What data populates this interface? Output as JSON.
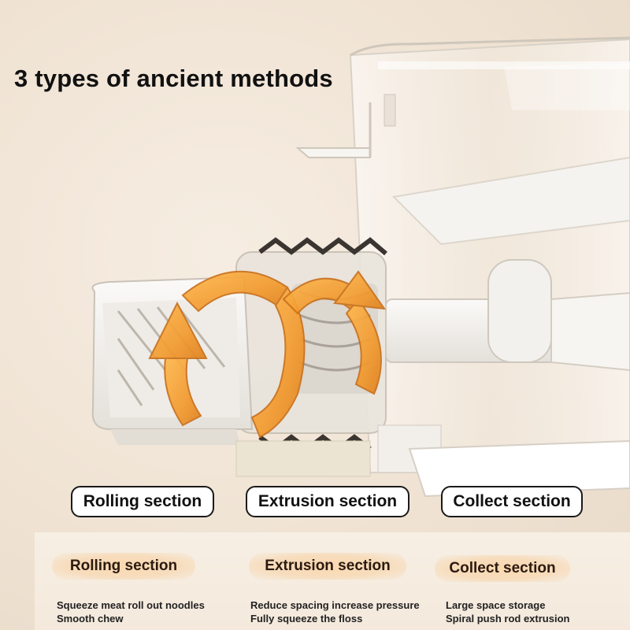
{
  "headline": "3 types of ancient methods",
  "section_labels": [
    "Rolling section",
    "Extrusion section",
    "Collect section"
  ],
  "sections": [
    {
      "title": "Rolling section",
      "lines": [
        "Squeeze meat roll out noodles",
        "Smooth chew"
      ]
    },
    {
      "title": "Extrusion section",
      "lines": [
        "Reduce spacing increase pressure",
        "Fully squeeze the floss"
      ]
    },
    {
      "title": "Collect section",
      "lines": [
        "Large space storage",
        "Spiral push rod extrusion"
      ]
    }
  ],
  "colors": {
    "background": "#f1e6d8",
    "arrow_orange": "#f2a23a",
    "machine_white": "#f4f2ee",
    "text": "#111111"
  },
  "icons": [
    "rotation-arrow-icon",
    "spiral-arrow-icon"
  ]
}
